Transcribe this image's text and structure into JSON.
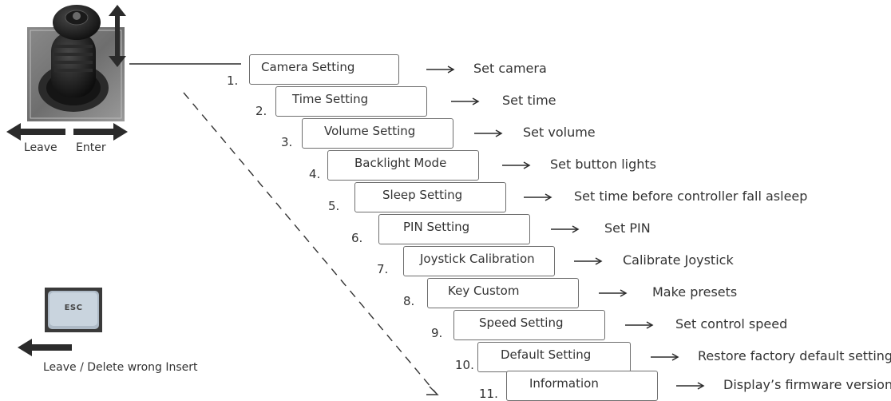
{
  "joystick": {
    "left_label": "Leave",
    "right_label": "Enter"
  },
  "esc": {
    "key_label": "ESC",
    "caption": "Leave / Delete wrong Insert"
  },
  "menu": [
    {
      "num": "1.",
      "label": "Camera Setting",
      "desc": "Set camera"
    },
    {
      "num": "2.",
      "label": "Time Setting",
      "desc": "Set time"
    },
    {
      "num": "3.",
      "label": "Volume Setting",
      "desc": "Set volume"
    },
    {
      "num": "4.",
      "label": "Backlight Mode",
      "desc": "Set button lights"
    },
    {
      "num": "5.",
      "label": "Sleep Setting",
      "desc": "Set time before controller fall asleep"
    },
    {
      "num": "6.",
      "label": "PIN Setting",
      "desc": "Set PIN"
    },
    {
      "num": "7.",
      "label": "Joystick Calibration",
      "desc": "Calibrate Joystick"
    },
    {
      "num": "8.",
      "label": "Key Custom",
      "desc": "Make presets"
    },
    {
      "num": "9.",
      "label": "Speed Setting",
      "desc": "Set control speed"
    },
    {
      "num": "10.",
      "label": "Default Setting",
      "desc": "Restore factory default setting"
    },
    {
      "num": "11.",
      "label": "Information",
      "desc": "Display’s firmware version"
    }
  ]
}
